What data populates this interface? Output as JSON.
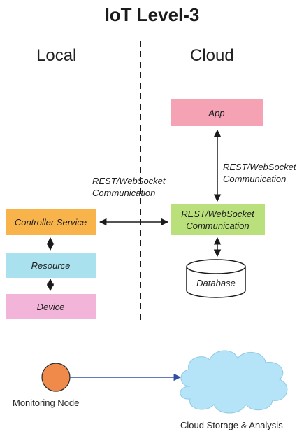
{
  "diagram": {
    "title": "IoT Level-3",
    "zones": {
      "local": "Local",
      "cloud": "Cloud"
    },
    "boxes": {
      "app": "App",
      "cloud_comm": "REST/WebSocket Communication",
      "controller_service": "Controller Service",
      "resource": "Resource",
      "device": "Device",
      "database": "Database"
    },
    "edge_labels": {
      "app_to_comm": "REST/WebSocket Communication",
      "local_to_cloud": "REST/WebSocket Communication"
    },
    "legend": {
      "monitoring_node": "Monitoring Node",
      "cloud_storage": "Cloud Storage & Analysis"
    },
    "colors": {
      "app": "#f4a2b4",
      "cloud_comm": "#b9e07a",
      "controller_service": "#f8b34a",
      "resource": "#a9e1ee",
      "device": "#f2b4d8",
      "monitoring_node": "#f08a4b",
      "cloud": "#b5e3f7",
      "arrow_blue": "#2f4fa0"
    }
  }
}
